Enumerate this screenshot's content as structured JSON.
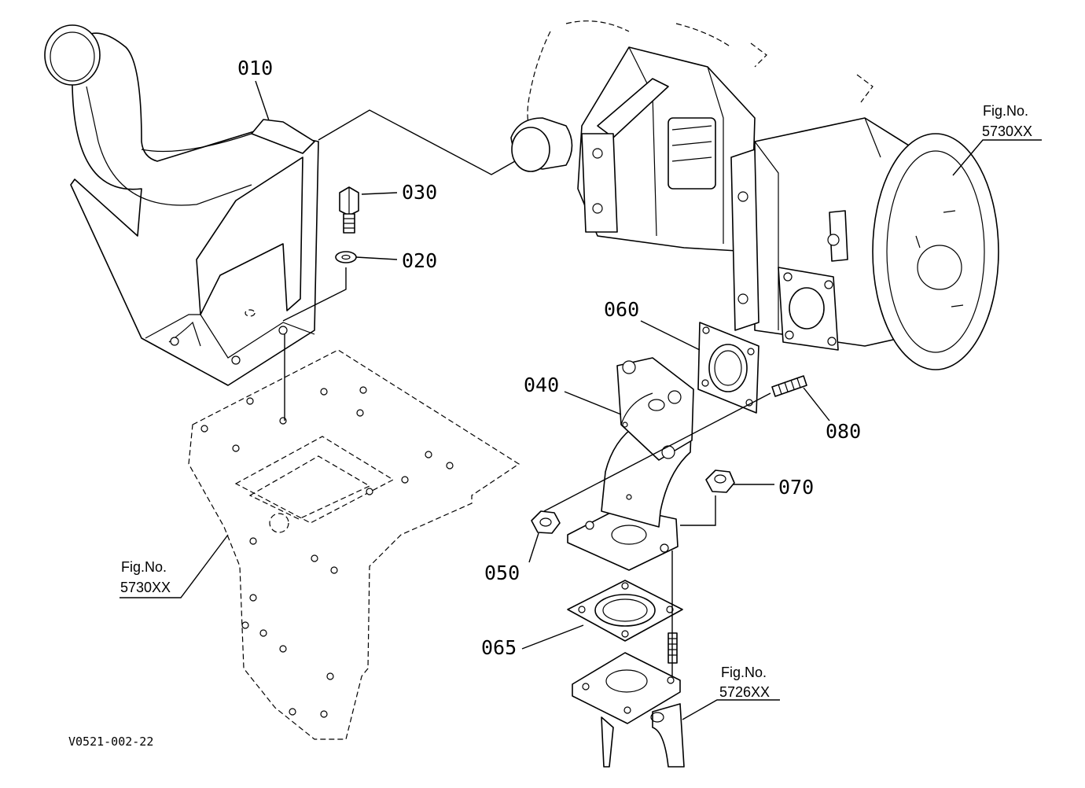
{
  "parts": [
    {
      "id": "010",
      "label": "010"
    },
    {
      "id": "020",
      "label": "020"
    },
    {
      "id": "030",
      "label": "030"
    },
    {
      "id": "040",
      "label": "040"
    },
    {
      "id": "050",
      "label": "050"
    },
    {
      "id": "060",
      "label": "060"
    },
    {
      "id": "065",
      "label": "065"
    },
    {
      "id": "070",
      "label": "070"
    },
    {
      "id": "080",
      "label": "080"
    }
  ],
  "references": [
    {
      "line1": "Fig.No.",
      "line2": "5730XX"
    },
    {
      "line1": "Fig.No.",
      "line2": "5730XX"
    },
    {
      "line1": "Fig.No.",
      "line2": "5726XX"
    }
  ],
  "drawing_code": "V0521-002-22"
}
